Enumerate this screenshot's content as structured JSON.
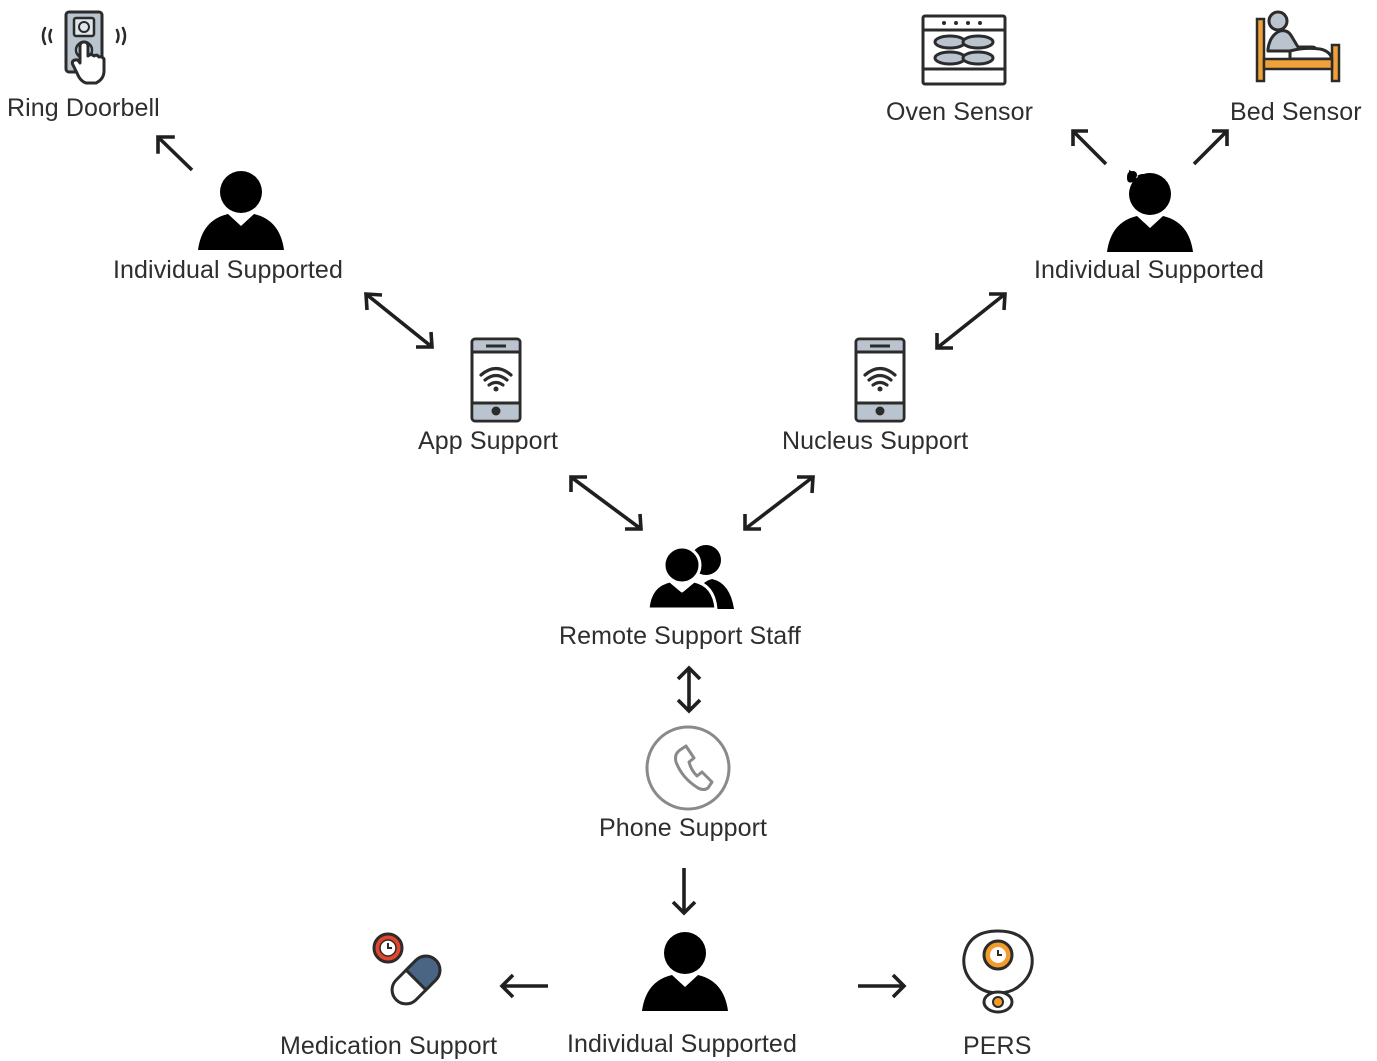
{
  "diagram": {
    "nodes": {
      "ring_doorbell": {
        "label": "Ring Doorbell",
        "icon": "doorbell-icon"
      },
      "individual_left": {
        "label": "Individual Supported",
        "icon": "person-icon"
      },
      "app_support": {
        "label": "App Support",
        "icon": "smartphone-wifi-icon"
      },
      "oven_sensor": {
        "label": "Oven Sensor",
        "icon": "oven-icon"
      },
      "bed_sensor": {
        "label": "Bed Sensor",
        "icon": "bed-icon"
      },
      "individual_right": {
        "label": "Individual Supported",
        "icon": "person-female-icon"
      },
      "nucleus_support": {
        "label": "Nucleus Support",
        "icon": "smartphone-wifi-icon"
      },
      "remote_staff": {
        "label": "Remote Support Staff",
        "icon": "group-icon"
      },
      "phone_support": {
        "label": "Phone Support",
        "icon": "phone-icon"
      },
      "individual_bottom": {
        "label": "Individual Supported",
        "icon": "person-icon"
      },
      "medication_support": {
        "label": "Medication Support",
        "icon": "pill-icon"
      },
      "pers": {
        "label": "PERS",
        "icon": "pers-pendant-icon"
      }
    },
    "edges": [
      {
        "from": "individual_left",
        "to": "ring_doorbell",
        "direction": "one-way"
      },
      {
        "from": "individual_left",
        "to": "app_support",
        "direction": "two-way"
      },
      {
        "from": "individual_right",
        "to": "oven_sensor",
        "direction": "one-way"
      },
      {
        "from": "individual_right",
        "to": "bed_sensor",
        "direction": "one-way"
      },
      {
        "from": "individual_right",
        "to": "nucleus_support",
        "direction": "two-way"
      },
      {
        "from": "app_support",
        "to": "remote_staff",
        "direction": "two-way"
      },
      {
        "from": "nucleus_support",
        "to": "remote_staff",
        "direction": "two-way"
      },
      {
        "from": "remote_staff",
        "to": "phone_support",
        "direction": "two-way"
      },
      {
        "from": "phone_support",
        "to": "individual_bottom",
        "direction": "one-way"
      },
      {
        "from": "individual_bottom",
        "to": "medication_support",
        "direction": "one-way"
      },
      {
        "from": "individual_bottom",
        "to": "pers",
        "direction": "one-way"
      }
    ],
    "colors": {
      "ink": "#000000",
      "text": "#2e2e2e",
      "device_gray": "#b9c4cf",
      "device_dark": "#2b2b2b",
      "phone_circle": "#8a8a8a",
      "accent_orange": "#f39c2b",
      "accent_red": "#e5452d",
      "pill_blue": "#4a6584",
      "bed_orange": "#f0a23a"
    }
  }
}
